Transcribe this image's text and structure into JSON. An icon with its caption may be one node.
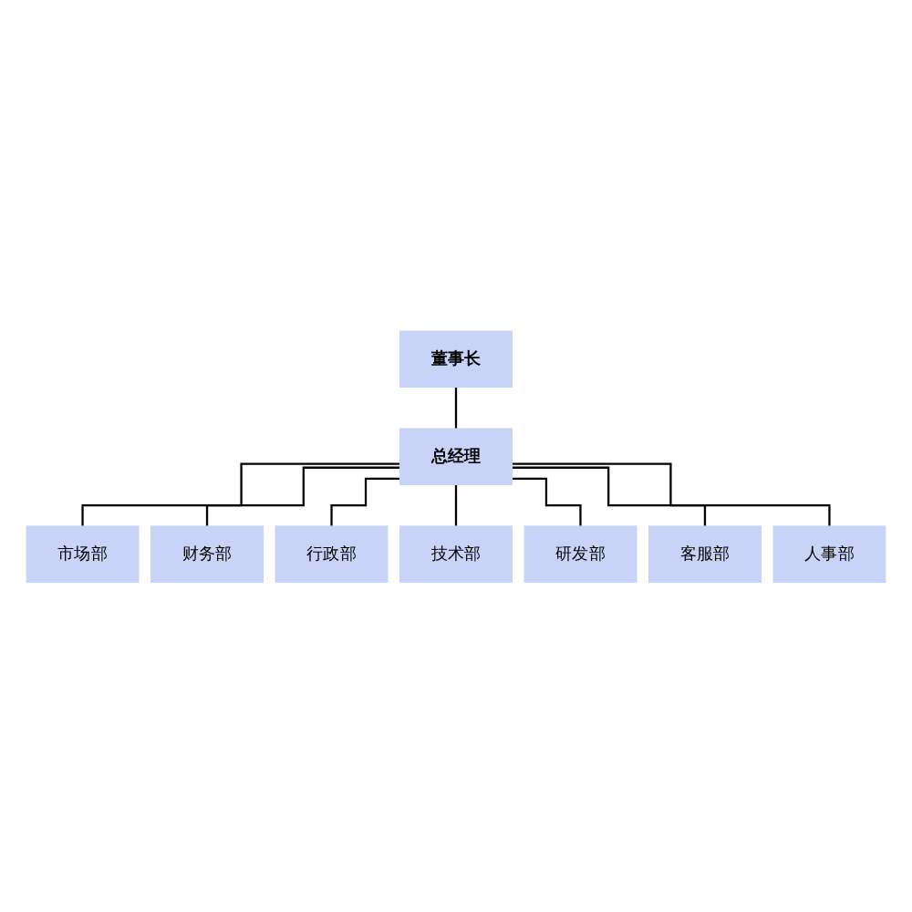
{
  "diagram": {
    "nodes": [
      {
        "text": [
          "董事长"
        ]
      },
      {
        "text": [
          "总经理"
        ]
      },
      {
        "text": [
          "市场部"
        ]
      },
      {
        "text": [
          "财务部"
        ]
      },
      {
        "text": [
          "行政部"
        ]
      },
      {
        "text": [
          "技术部"
        ]
      },
      {
        "text": [
          "研发部"
        ]
      },
      {
        "text": [
          "客服部"
        ]
      },
      {
        "text": [
          "人事部"
        ]
      }
    ],
    "edges": [
      {
        "from": 0,
        "to": 1,
        "arrow": "none"
      },
      {
        "from": 1,
        "to": 2,
        "arrow": "none"
      },
      {
        "from": 1,
        "to": 3,
        "arrow": "none"
      },
      {
        "from": 1,
        "to": 4,
        "arrow": "none"
      },
      {
        "from": 1,
        "to": 5,
        "arrow": "none"
      },
      {
        "from": 1,
        "to": 6,
        "arrow": "none"
      },
      {
        "from": 1,
        "to": 7,
        "arrow": "none"
      },
      {
        "from": 1,
        "to": 8,
        "arrow": "none"
      }
    ]
  }
}
